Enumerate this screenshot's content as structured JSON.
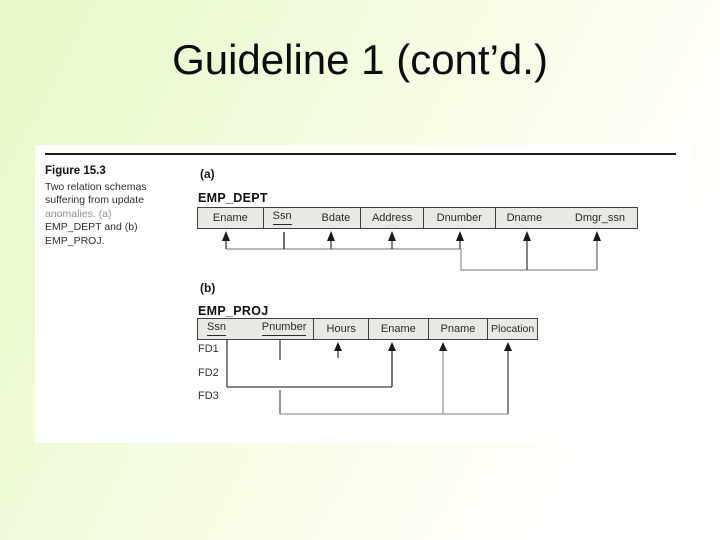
{
  "slide": {
    "title": "Guideline 1 (cont’d.)"
  },
  "figure": {
    "caption": {
      "label": "Figure 15.3",
      "lines": [
        "Two relation schemas",
        "suffering from update",
        "anomalies. (a)",
        "EMP_DEPT and (b)",
        "EMP_PROJ."
      ]
    },
    "panel_a": {
      "label": "(a)",
      "relation_name": "EMP_DEPT",
      "attributes": [
        "Ename",
        "Ssn",
        "Bdate",
        "Address",
        "Dnumber",
        "Dname",
        "Dmgr_ssn"
      ],
      "primary_key": [
        "Ssn"
      ],
      "functional_dependencies": [
        {
          "determinant": [
            "Ssn"
          ],
          "dependents": [
            "Ename",
            "Bdate",
            "Address",
            "Dnumber"
          ]
        },
        {
          "determinant": [
            "Dnumber"
          ],
          "dependents": [
            "Dname",
            "Dmgr_ssn"
          ]
        }
      ]
    },
    "panel_b": {
      "label": "(b)",
      "relation_name": "EMP_PROJ",
      "attributes": [
        "Ssn",
        "Pnumber",
        "Hours",
        "Ename",
        "Pname",
        "Plocation"
      ],
      "primary_key": [
        "Ssn",
        "Pnumber"
      ],
      "fd_labels": [
        "FD1",
        "FD2",
        "FD3"
      ],
      "functional_dependencies": [
        {
          "label": "FD1",
          "determinant": [
            "Ssn",
            "Pnumber"
          ],
          "dependents": [
            "Hours"
          ]
        },
        {
          "label": "FD2",
          "determinant": [
            "Ssn"
          ],
          "dependents": [
            "Ename"
          ]
        },
        {
          "label": "FD3",
          "determinant": [
            "Pnumber"
          ],
          "dependents": [
            "Pname",
            "Plocation"
          ]
        }
      ]
    },
    "colors": {
      "slide_gradient_start": "#e5f9c5",
      "slide_gradient_end": "#ffffff",
      "figure_background": "#ffffff",
      "table_header_fill": "#e9e8e4",
      "table_border": "#3f3f3f",
      "fd_line_gray": "#8f8f8f",
      "text": "#1a1a1a"
    }
  }
}
